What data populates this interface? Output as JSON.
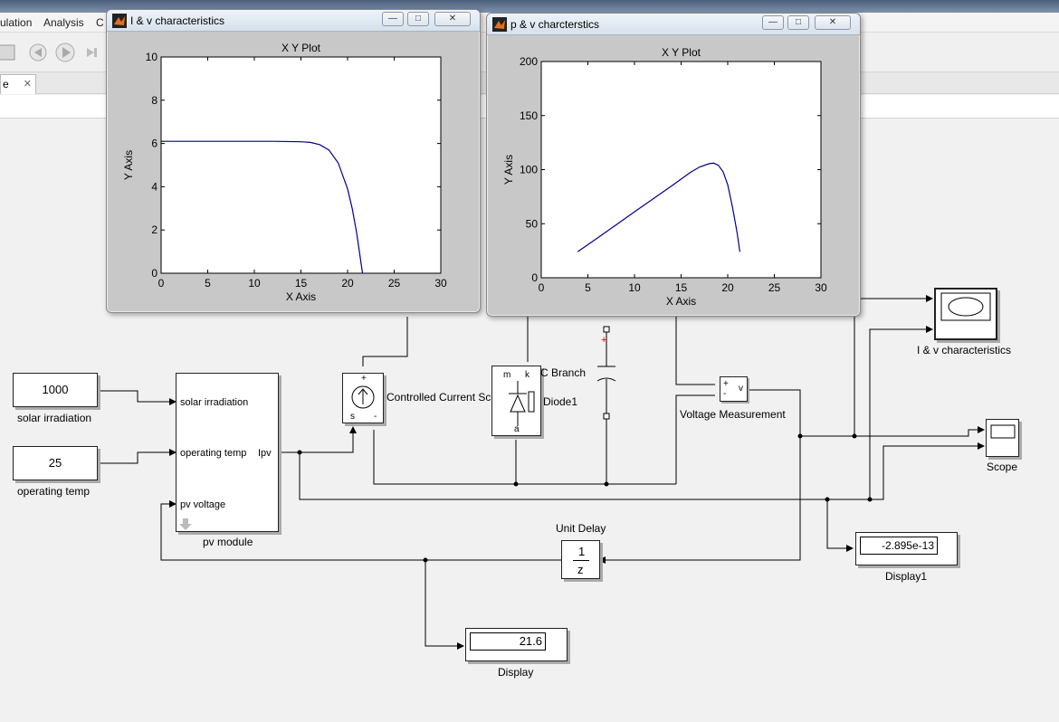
{
  "menu": {
    "items": [
      "ulation",
      "Analysis",
      "C"
    ]
  },
  "tab": {
    "label": "e",
    "close": "✕"
  },
  "windows": {
    "iv": {
      "title": "I & v characteristics",
      "plot_title": "X Y Plot",
      "xlabel": "X Axis",
      "ylabel": "Y Axis"
    },
    "pv": {
      "title": "p & v charcterstics",
      "plot_title": "X Y Plot",
      "xlabel": "X Axis",
      "ylabel": "Y Axis"
    },
    "buttons": {
      "minimize": "—",
      "maximize": "□",
      "close": "✕"
    }
  },
  "chart_data": [
    {
      "type": "line",
      "title": "X Y Plot",
      "xlabel": "X Axis",
      "ylabel": "Y Axis",
      "xlim": [
        0,
        30
      ],
      "ylim": [
        0,
        10
      ],
      "xticks": [
        0,
        5,
        10,
        15,
        20,
        25,
        30
      ],
      "yticks": [
        0,
        2,
        4,
        6,
        8,
        10
      ],
      "color": "#00008b",
      "series": [
        {
          "x": [
            0,
            5,
            10,
            12,
            15,
            16,
            17,
            18,
            19,
            20,
            20.5,
            21,
            21.3,
            21.6
          ],
          "y": [
            6.1,
            6.1,
            6.1,
            6.1,
            6.08,
            6.05,
            5.95,
            5.7,
            5.1,
            3.9,
            3.0,
            1.8,
            0.9,
            0.0
          ]
        }
      ]
    },
    {
      "type": "line",
      "title": "X Y Plot",
      "xlabel": "X Axis",
      "ylabel": "Y Axis",
      "xlim": [
        0,
        30
      ],
      "ylim": [
        0,
        200
      ],
      "xticks": [
        0,
        5,
        10,
        15,
        20,
        25,
        30
      ],
      "yticks": [
        0,
        50,
        100,
        150,
        200
      ],
      "color": "#00008b",
      "series": [
        {
          "x": [
            3.9,
            6,
            8,
            10,
            12,
            14,
            16,
            17,
            18,
            18.5,
            19,
            19.5,
            20,
            20.5,
            21,
            21.3
          ],
          "y": [
            24,
            36.6,
            48.8,
            61,
            73,
            85,
            97.5,
            102.5,
            105.5,
            106,
            104,
            98,
            86,
            66,
            42,
            24
          ]
        }
      ]
    }
  ],
  "blocks": {
    "solar_irradiation": {
      "value": "1000",
      "label": "solar irradiation"
    },
    "operating_temp": {
      "value": "25",
      "label": "operating temp"
    },
    "pv_module": {
      "label": "pv module",
      "in1": "solar irradiation",
      "in2": "operating temp",
      "in3": "pv voltage",
      "out1": "Ipv"
    },
    "ccs": {
      "label": "Controlled Current Sc",
      "plus": "+",
      "s": "s",
      "minus": "-"
    },
    "rlc": {
      "label": "C Branch",
      "diode": "Diode1",
      "m": "m",
      "k": "k",
      "a": "a"
    },
    "vm": {
      "label": "Voltage Measurement",
      "plus": "+",
      "minus": "-",
      "v": "v"
    },
    "iv_scope": {
      "label": "I & v characteristics"
    },
    "scope": {
      "label": "Scope"
    },
    "unit_delay": {
      "label": "Unit Delay",
      "num": "1",
      "den": "z"
    },
    "display": {
      "label": "Display",
      "value": "21.6"
    },
    "display1": {
      "label": "Display1",
      "value": "-2.895e-13"
    }
  }
}
